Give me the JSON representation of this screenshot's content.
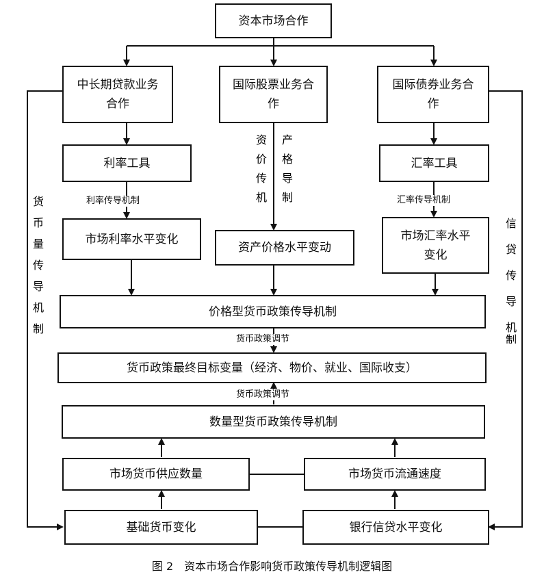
{
  "top": {
    "title": "资本市场合作"
  },
  "tier1": {
    "loan": "中长期贷款业务合作",
    "equity": "国际股票业务合作",
    "bond": "国际债券业务合作"
  },
  "tools": {
    "rate_tool": "利率工具",
    "fx_tool": "汇率工具"
  },
  "mechanism_labels": {
    "rate_mechanism": "利率传导机制",
    "fx_mechanism": "汇率传导机制",
    "asset_price_mechanism": "资产价格传导机制",
    "money_quantity_mechanism": "货币量传导机制",
    "credit_mechanism": "信贷传导机制"
  },
  "changes": {
    "market_rate": "市场利率水平变化",
    "asset_price": "资产价格水平变动",
    "market_fx": "市场汇率水平变化"
  },
  "price_mechanism": "价格型货币政策传导机制",
  "policy_adjust_label_1": "货币政策调节",
  "final_target": "货币政策最终目标变量（经济、物价、就业、国际收支）",
  "policy_adjust_label_2": "货币政策调节",
  "quantity_mechanism": "数量型货币政策传导机制",
  "supply": "市场货币供应数量",
  "velocity": "市场货币流通速度",
  "base_money": "基础货币变化",
  "bank_credit": "银行信贷水平变化",
  "caption": "图 2　资本市场合作影响货币政策传导机制逻辑图"
}
